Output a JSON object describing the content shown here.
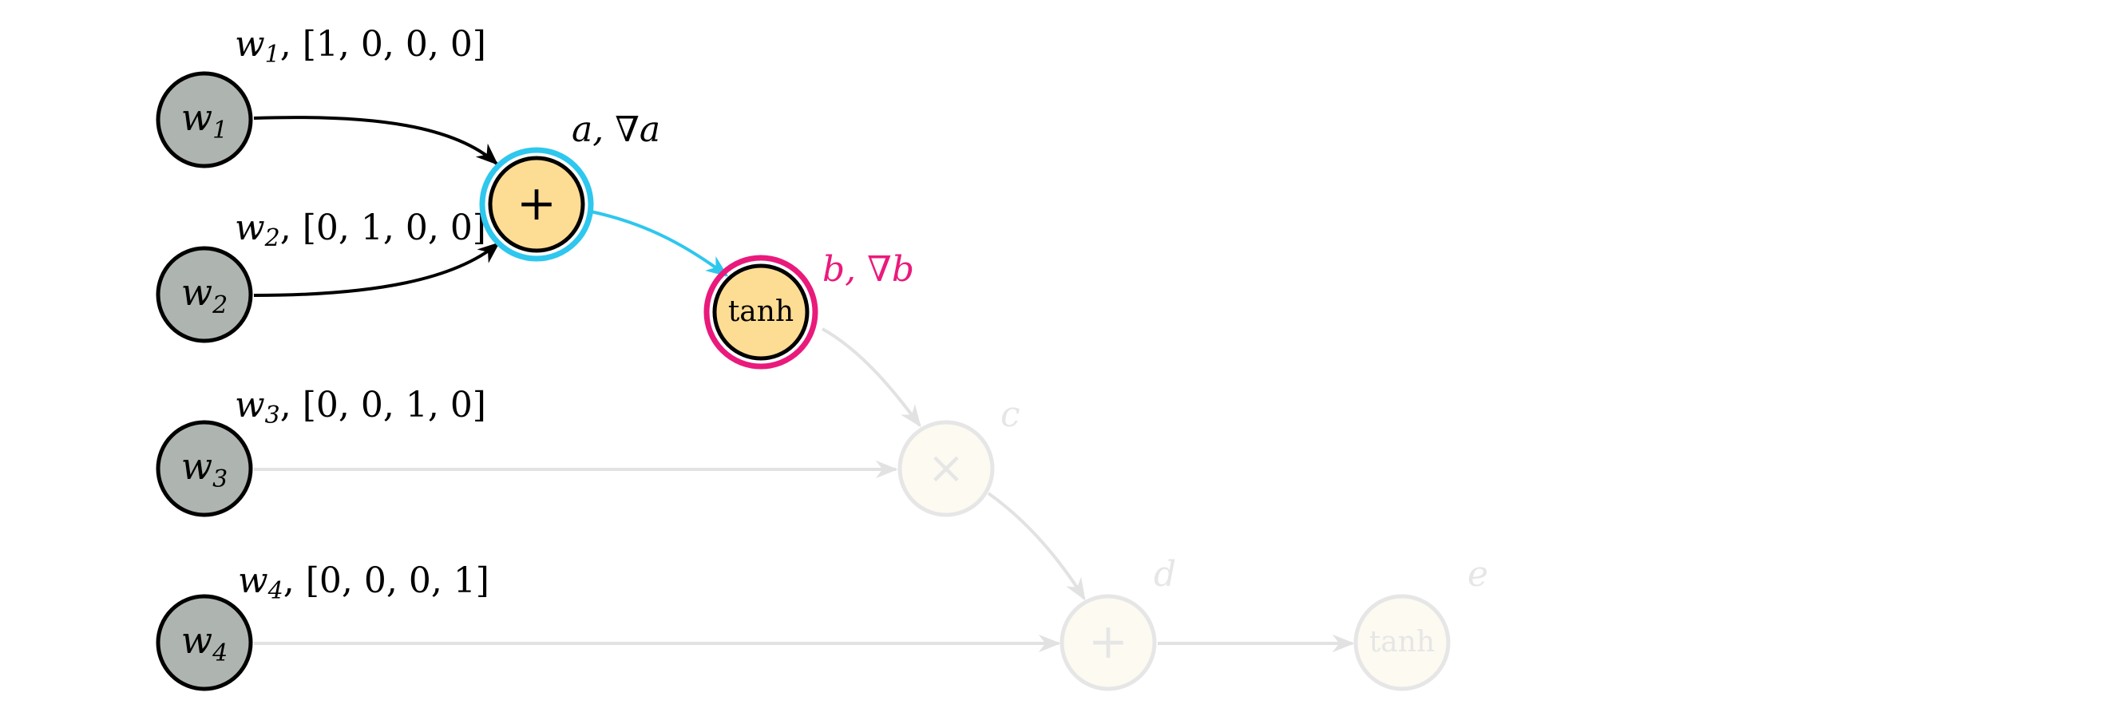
{
  "inputs": [
    {
      "sym": "w",
      "sub": "1",
      "vec": "[1, 0, 0, 0]"
    },
    {
      "sym": "w",
      "sub": "2",
      "vec": "[0, 1, 0, 0]"
    },
    {
      "sym": "w",
      "sub": "3",
      "vec": "[0, 0, 1, 0]"
    },
    {
      "sym": "w",
      "sub": "4",
      "vec": "[0, 0, 0, 1]"
    }
  ],
  "ops": {
    "a": {
      "symbol": "+",
      "label": "a, ∇a"
    },
    "b": {
      "symbol": "tanh",
      "label": "b, ∇b"
    },
    "c": {
      "symbol": "×",
      "label": "c"
    },
    "d": {
      "symbol": "+",
      "label": "d"
    },
    "e": {
      "symbol": "tanh",
      "label": "e"
    }
  },
  "colors": {
    "input_fill": "#aeb4b0",
    "op_fill": "#fddc94",
    "active_ring_a": "#2ec7ee",
    "active_ring_b": "#ea1a7c",
    "active_edge_ab": "#2ec7ee",
    "faded": "#e6e6e6",
    "faded_fill": "#fcfaf1"
  }
}
